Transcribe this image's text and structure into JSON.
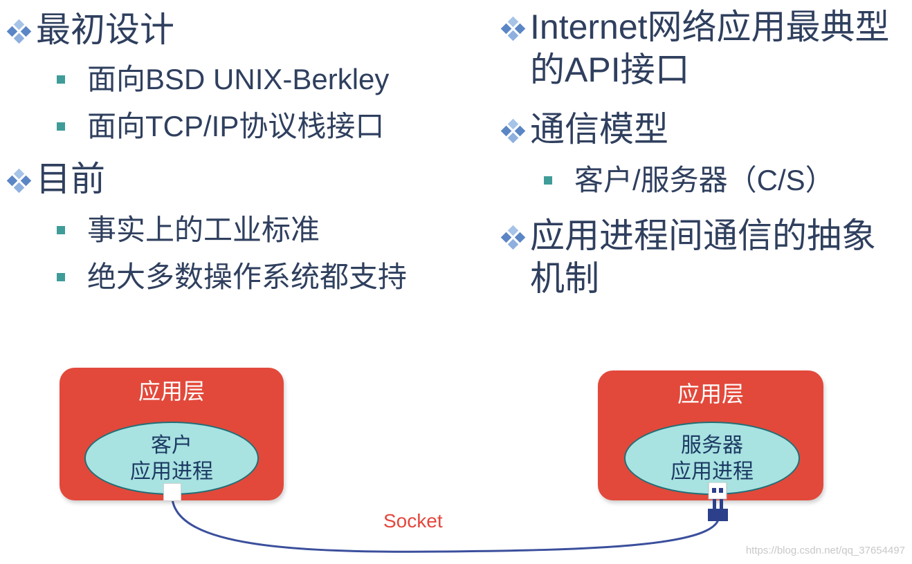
{
  "left": {
    "sections": [
      {
        "heading": "最初设计",
        "items": [
          "面向BSD UNIX-Berkley",
          "面向TCP/IP协议栈接口"
        ]
      },
      {
        "heading": "目前",
        "items": [
          "事实上的工业标准",
          "绝大多数操作系统都支持"
        ]
      }
    ]
  },
  "right": {
    "sections": [
      {
        "heading": "Internet网络应用最典型的API接口",
        "items": []
      },
      {
        "heading": "通信模型",
        "items": [
          "客户/服务器（C/S）"
        ]
      },
      {
        "heading": "应用进程间通信的抽象机制",
        "items": []
      }
    ]
  },
  "diagram": {
    "client": {
      "layer_label": "应用层",
      "process_line1": "客户",
      "process_line2": "应用进程"
    },
    "server": {
      "layer_label": "应用层",
      "process_line1": "服务器",
      "process_line2": "应用进程"
    },
    "connection_label": "Socket"
  },
  "watermark": "https://blog.csdn.net/qq_37654497",
  "colors": {
    "layer_box": "#e2493b",
    "process_ellipse": "#a8e2e1",
    "connection_line": "#3b4f9c",
    "socket_label": "#e4473d",
    "bullet_square": "#3f9c98",
    "bullet_diamond": "#7fa6d8"
  },
  "icons": {
    "level1_bullet": "diamond-bullet-icon",
    "level2_bullet": "square-bullet-icon",
    "server_socket": "socket-plug-icon"
  }
}
